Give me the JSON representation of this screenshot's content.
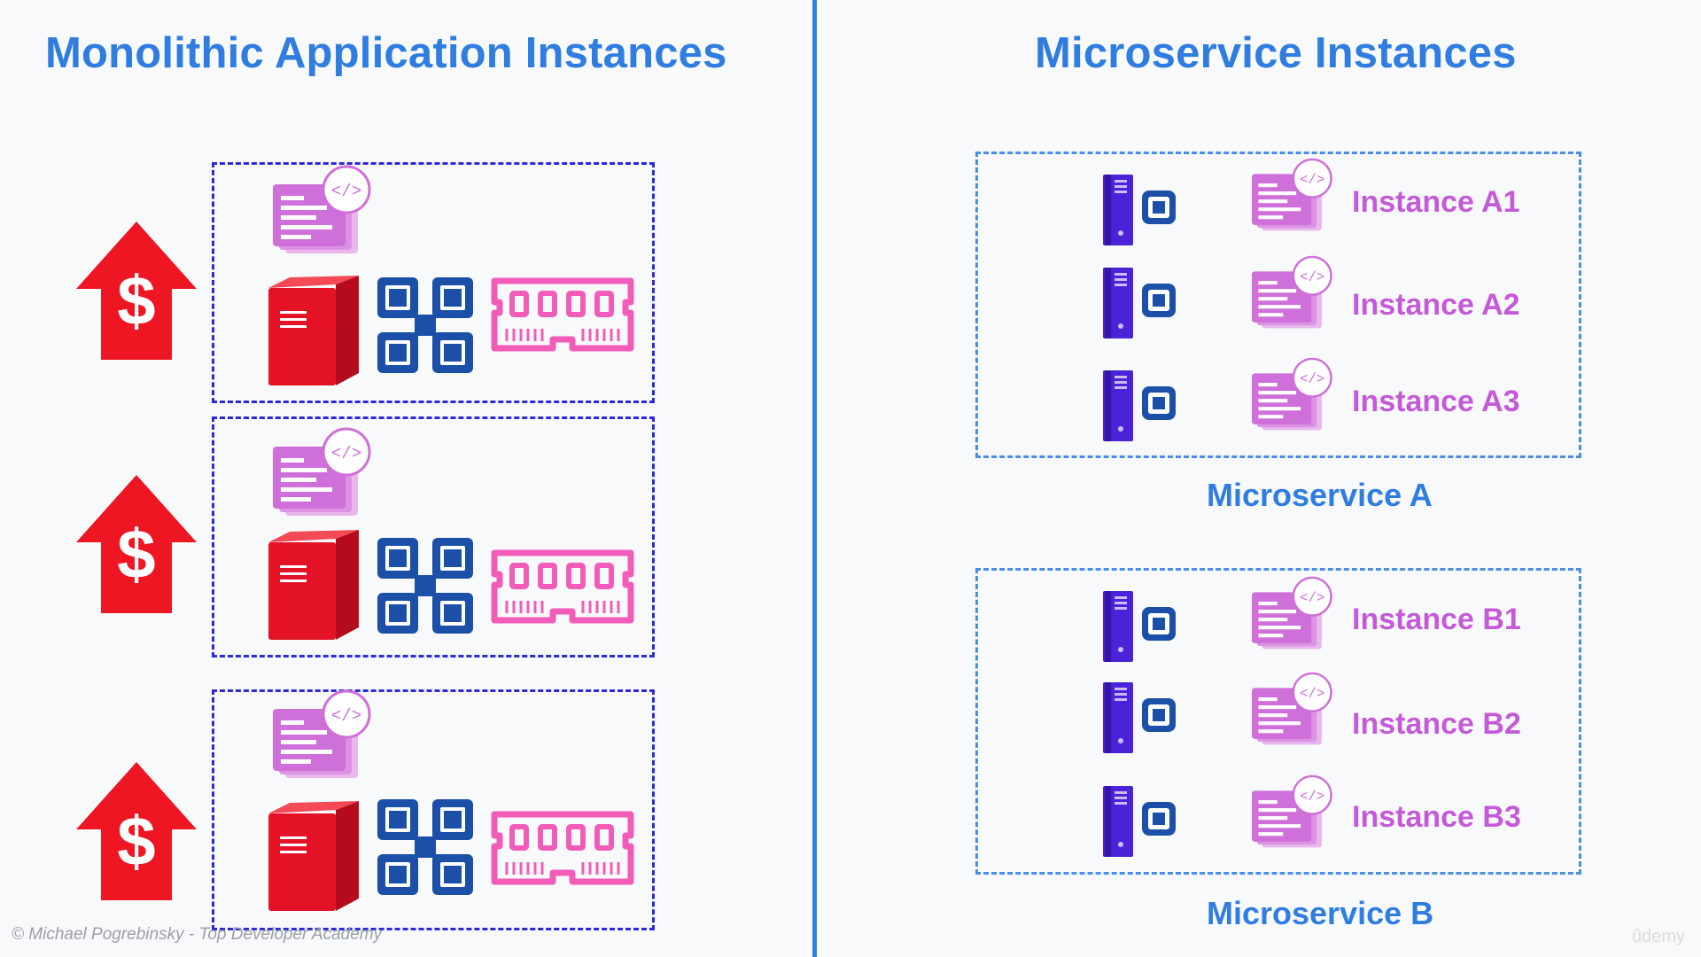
{
  "left": {
    "title": "Monolithic Application Instances"
  },
  "right": {
    "title": "Microservice Instances",
    "groups": [
      {
        "label": "Microservice A",
        "instances": [
          "Instance A1",
          "Instance A2",
          "Instance A3"
        ]
      },
      {
        "label": "Microservice B",
        "instances": [
          "Instance B1",
          "Instance B2",
          "Instance B3"
        ]
      }
    ]
  },
  "icons": {
    "cost": "dollar-up-arrow-icon",
    "code": "code-document-icon",
    "server": "server-tower-icon",
    "cpu": "cpu-chip-icon",
    "ram": "ram-stick-icon"
  },
  "colors": {
    "accent": "#2f7de0",
    "cost": "#ee1622",
    "server": "#e41225",
    "cpu": "#1b4fa8",
    "ram": "#f25cb9",
    "code": "#cf6fd9",
    "micro_server": "#4b22d8",
    "instance_label": "#c45ad8"
  },
  "footer": {
    "copyright": "© Michael Pogrebinsky - Top Developer Academy",
    "brand": "ûdemy"
  }
}
